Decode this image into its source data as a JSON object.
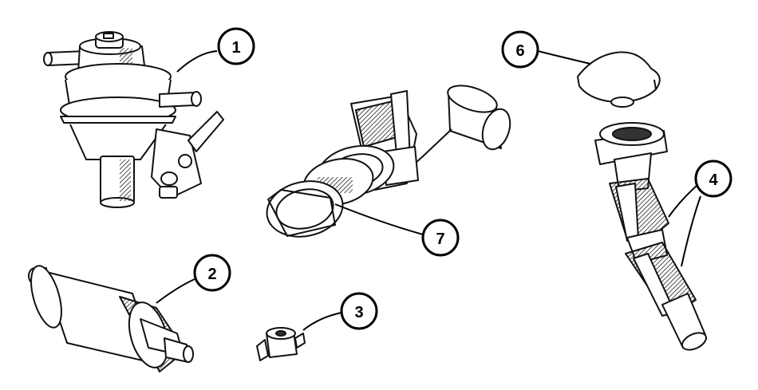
{
  "colors": {
    "ink": "#111111",
    "shade": "#6e6e6e",
    "paper": "#ffffff"
  },
  "parts": [
    {
      "id": "mechanical-fuel-pump",
      "number": "1"
    },
    {
      "id": "electric-fuel-pump",
      "number": "2"
    },
    {
      "id": "fuel-line-connector",
      "number": "3"
    },
    {
      "id": "filler-neck-hoses",
      "number": "4"
    },
    {
      "id": "fuel-filler-cap",
      "number": "6"
    },
    {
      "id": "fuel-gauge-sender-unit",
      "number": "7"
    }
  ]
}
